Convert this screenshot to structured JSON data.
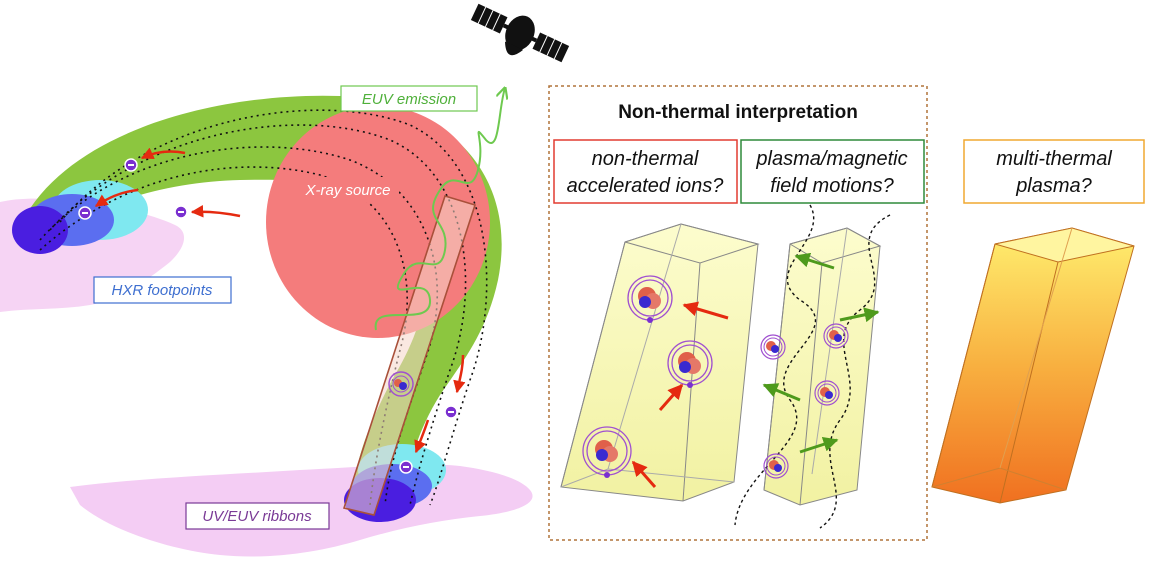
{
  "labels": {
    "euv_emission": "EUV emission",
    "xray_source": "X-ray source",
    "hxr_footpoints": "HXR footpoints",
    "uv_euv_ribbons": "UV/EUV ribbons"
  },
  "panel": {
    "title": "Non-thermal interpretation",
    "box1_line1": "non-thermal",
    "box1_line2": "accelerated ions?",
    "box2_line1": "plasma/magnetic",
    "box2_line2": "field motions?"
  },
  "side": {
    "line1": "multi-thermal",
    "line2": "plasma?"
  },
  "colors": {
    "loop_green": "#8cc63f",
    "xray_red": "#f47c7c",
    "footpoint_cyan": "#7fe8f0",
    "footpoint_blue": "#5b6ef0",
    "footpoint_indigo": "#4a1ee0",
    "ribbon_pink": "#ebb6f0",
    "euv_green": "#6ec94f",
    "arrow_red": "#e52a10",
    "arrow_green": "#4e9a1c",
    "hxr_box_blue": "#3e6fd0",
    "ribbon_box_purple": "#7a3a96",
    "panel_border": "#b0733a",
    "box1_red": "#e23b30",
    "box2_green": "#2f8a3a",
    "side_orange": "#f0a830"
  },
  "icons": [
    "satellite-icon",
    "electron-icon",
    "ion-icon"
  ]
}
